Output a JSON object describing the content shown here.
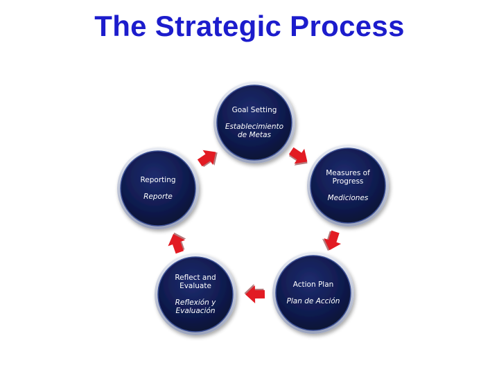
{
  "title": "The Strategic Process",
  "colors": {
    "title": "#1c1ccc",
    "node_fill": "#0f1a4d",
    "node_rim": "#3a4f94",
    "arrow": "#e21b23"
  },
  "cycle": [
    {
      "id": "goal-setting",
      "en": [
        "Goal Setting"
      ],
      "es": [
        "Establecimiento",
        "de Metas"
      ]
    },
    {
      "id": "measures-of-progress",
      "en": [
        "Measures of",
        "Progress"
      ],
      "es": [
        "Mediciones"
      ]
    },
    {
      "id": "action-plan",
      "en": [
        "Action Plan"
      ],
      "es": [
        "Plan de Acción"
      ]
    },
    {
      "id": "reflect-and-evaluate",
      "en": [
        "Reflect and",
        "Evaluate"
      ],
      "es": [
        "Reflexión y",
        "Evaluación"
      ]
    },
    {
      "id": "reporting",
      "en": [
        "Reporting"
      ],
      "es": [
        "Reporte"
      ]
    }
  ],
  "arrow_icon": "red-cycle-arrow-icon"
}
